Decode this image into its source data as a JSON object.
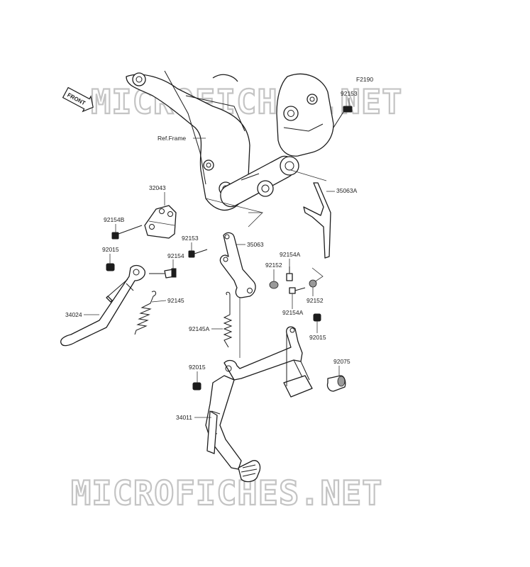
{
  "diagram_code": "F2190",
  "watermark": "MICROFICHES.NET",
  "front_badge": "FRONT",
  "frame_label": "Ref.Frame",
  "parts": {
    "p92153_top": "92153",
    "p35063A": "35063A",
    "p32043": "32043",
    "p92154B": "92154B",
    "p92015_left": "92015",
    "p92153_mid": "92153",
    "p35063": "35063",
    "p92154": "92154",
    "p92154A_top": "92154A",
    "p92152_left": "92152",
    "p92152_right": "92152",
    "p92154A_bottom": "92154A",
    "p34024": "34024",
    "p92145": "92145",
    "p92145A": "92145A",
    "p92015_right": "92015",
    "p92015_bottom": "92015",
    "p92075": "92075",
    "p34011": "34011"
  }
}
